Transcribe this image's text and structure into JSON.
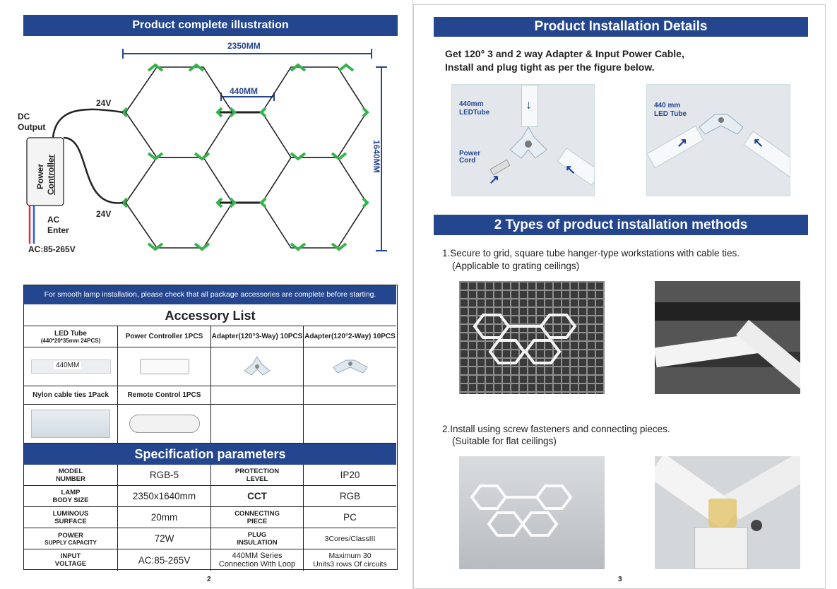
{
  "left": {
    "header": "Product complete illustration",
    "dim_width": "2350MM",
    "dim_gap": "440MM",
    "dim_height": "1640MM",
    "dc_output": [
      "DC",
      "Output"
    ],
    "v_top": "24V",
    "v_bottom": "24V",
    "controller": [
      "Power",
      "Controller"
    ],
    "ac_enter": [
      "AC",
      "Enter"
    ],
    "ac_range": "AC:85-265V",
    "notice": "For smooth lamp installation, please check that all package accessories are complete before starting.",
    "accessory_title": "Accessory List",
    "acc": {
      "led_tube": "LED Tube",
      "led_tube_sub": "(440*20*35mm 24PCS)",
      "power_controller": "Power Controller 1PCS",
      "adapter3": "Adapter(120°3-Way) 10PCS",
      "adapter2": "Adapter(120°2-Way) 10PCS",
      "tube_len": "440MM",
      "cable_ties": "Nylon cable ties 1Pack",
      "remote": "Remote Control 1PCS"
    },
    "spec_title": "Specification parameters",
    "spec_rows": [
      [
        "MODEL",
        "NUMBER",
        "RGB-5",
        "PROTECTION",
        "LEVEL",
        "IP20"
      ],
      [
        "LAMP",
        "BODY SIZE",
        "2350x1640mm",
        "CCT",
        "",
        "RGB"
      ],
      [
        "LUMINOUS",
        "SURFACE",
        "20mm",
        "CONNECTING",
        "PIECE",
        "PC"
      ],
      [
        "POWER",
        "SUPPLY CAPACITY",
        "72W",
        "PLUG",
        "INSULATION",
        "3Cores/ClassIII"
      ],
      [
        "INPUT",
        "VOLTAGE",
        "AC:85-265V",
        "440MM Series",
        "Connection With Loop",
        "Maximum 30|Units3 rows Of circuits"
      ]
    ],
    "page_number": "2"
  },
  "right": {
    "header1": "Product Installation Details",
    "intro1": "Get 120° 3 and 2 way Adapter & Input Power Cable,",
    "intro2": "Install and plug tight as per the figure below.",
    "fig1_label1": "440mm",
    "fig1_label2": "LEDTube",
    "fig1_label3": "Power",
    "fig1_label4": "Cord",
    "fig2_label1": "440 mm",
    "fig2_label2": "LED Tube",
    "header2": "2 Types of product installation methods",
    "method1_a": "1.Secure to grid, square tube hanger-type workstations with cable ties.",
    "method1_b": "(Applicable to grating ceilings)",
    "method2_a": "2.Install using screw fasteners and connecting pieces.",
    "method2_b": "(Suitable for flat ceilings)",
    "page_number": "3"
  }
}
